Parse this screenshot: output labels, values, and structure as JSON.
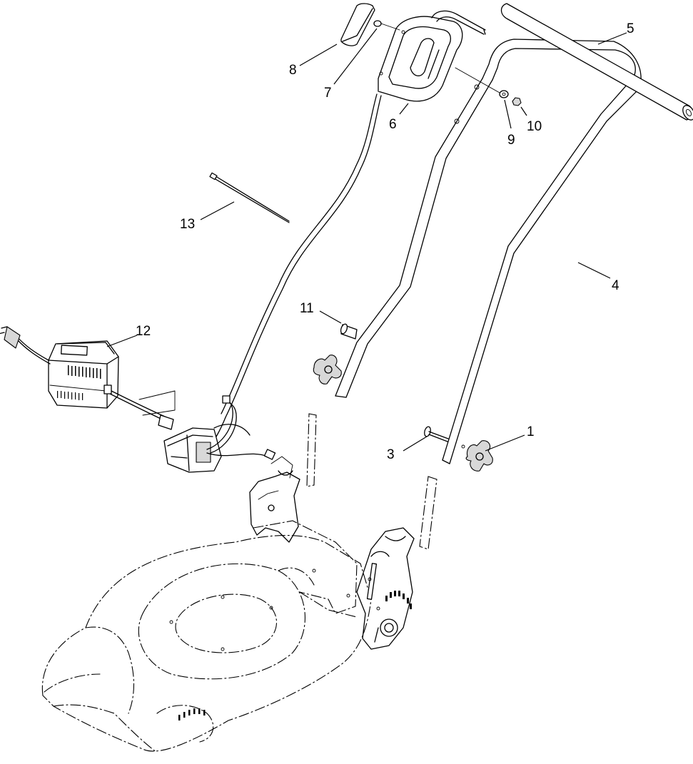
{
  "callouts": [
    {
      "id": "1",
      "label": "1"
    },
    {
      "id": "3",
      "label": "3"
    },
    {
      "id": "4",
      "label": "4"
    },
    {
      "id": "5",
      "label": "5"
    },
    {
      "id": "6",
      "label": "6"
    },
    {
      "id": "7",
      "label": "7"
    },
    {
      "id": "8",
      "label": "8"
    },
    {
      "id": "9",
      "label": "9"
    },
    {
      "id": "10",
      "label": "10"
    },
    {
      "id": "11",
      "label": "11"
    },
    {
      "id": "12",
      "label": "12"
    },
    {
      "id": "13",
      "label": "13"
    }
  ]
}
